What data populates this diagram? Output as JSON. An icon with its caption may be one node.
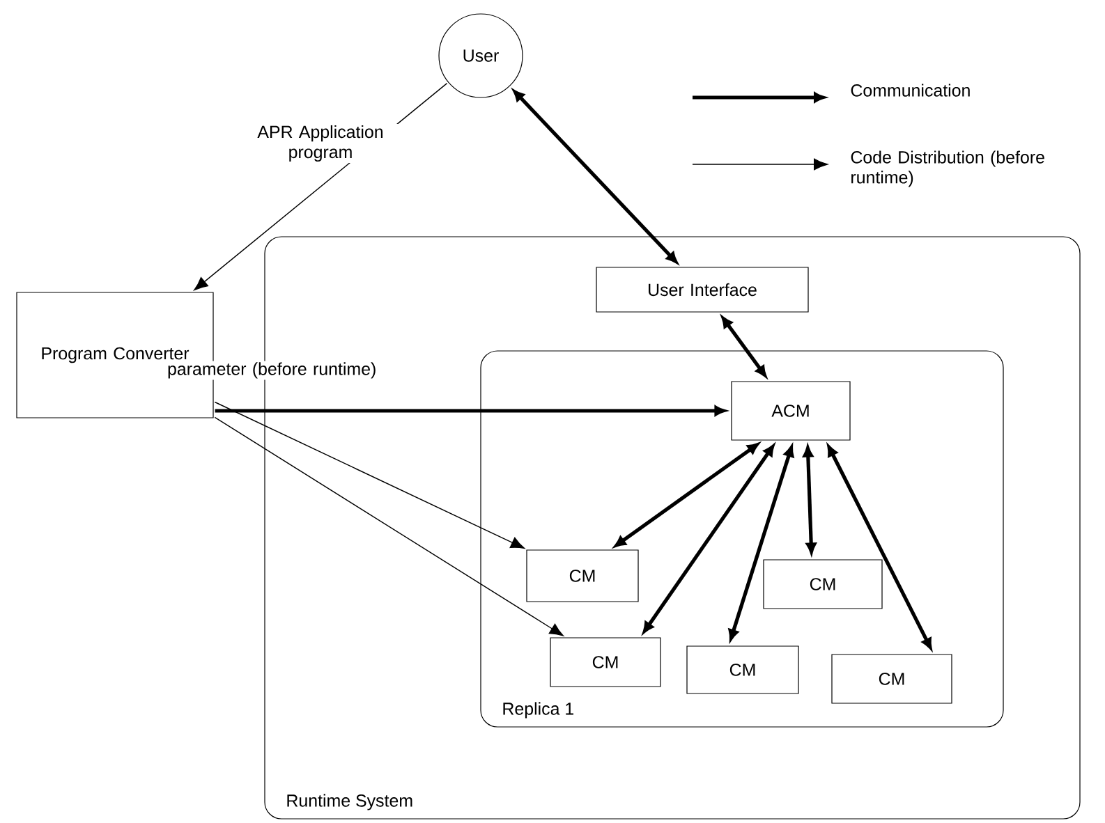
{
  "diagram": {
    "nodes": [
      {
        "text": [
          "User"
        ]
      },
      {
        "text": [
          "Program Converter"
        ]
      },
      {
        "text": [
          "Runtime System"
        ]
      },
      {
        "text": [
          "User Interface"
        ],
        "in": 2
      },
      {
        "text": [
          "Replica 1"
        ],
        "in": 2
      },
      {
        "text": [
          "ACM"
        ],
        "in": 4
      },
      {
        "text": [
          "CM"
        ],
        "in": 4
      },
      {
        "text": [
          "CM"
        ],
        "in": 4
      },
      {
        "text": [
          "CM"
        ],
        "in": 4
      },
      {
        "text": [
          "CM"
        ],
        "in": 4
      },
      {
        "text": [
          "CM"
        ],
        "in": 4
      }
    ],
    "edges": [
      {
        "from": 0,
        "to": 3,
        "arrow": "both"
      },
      {
        "from": 0,
        "to": 1,
        "arrow": "to",
        "label": "APR Application program"
      },
      {
        "from": 1,
        "to": 5,
        "arrow": "to",
        "label": "parameter (before runtime)"
      },
      {
        "from": 1,
        "to": 6,
        "arrow": "to"
      },
      {
        "from": 1,
        "to": 7,
        "arrow": "to"
      },
      {
        "from": 3,
        "to": 5,
        "arrow": "both"
      },
      {
        "from": 5,
        "to": 6,
        "arrow": "both"
      },
      {
        "from": 5,
        "to": 7,
        "arrow": "both"
      },
      {
        "from": 5,
        "to": 8,
        "arrow": "both"
      },
      {
        "from": 5,
        "to": 9,
        "arrow": "both"
      },
      {
        "from": 5,
        "to": 10,
        "arrow": "both"
      }
    ],
    "legend": [
      {
        "text": "Communication"
      },
      {
        "text": "Code Distribution (before runtime)"
      }
    ]
  }
}
